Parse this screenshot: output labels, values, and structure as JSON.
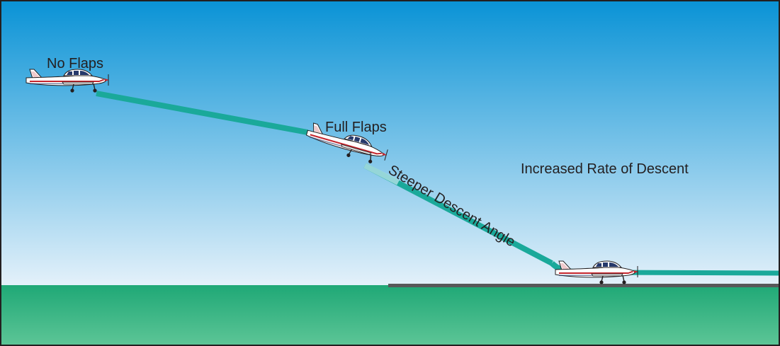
{
  "labels": {
    "no_flaps": "No Flaps",
    "full_flaps": "Full Flaps",
    "steeper_descent_angle": "Steeper Descent Angle",
    "increased_rate_of_descent": "Increased Rate of Descent"
  },
  "colors": {
    "sky_top": "#0a93d6",
    "sky_bottom": "#e4f1fa",
    "ground_top": "#1fa876",
    "ground_bottom": "#5cc596",
    "path": "#1aa99a",
    "runway": "#58585a",
    "text": "#231f20",
    "aircraft_body": "#ffffff",
    "aircraft_stripe": "#c4262e",
    "aircraft_window": "#26396b"
  }
}
